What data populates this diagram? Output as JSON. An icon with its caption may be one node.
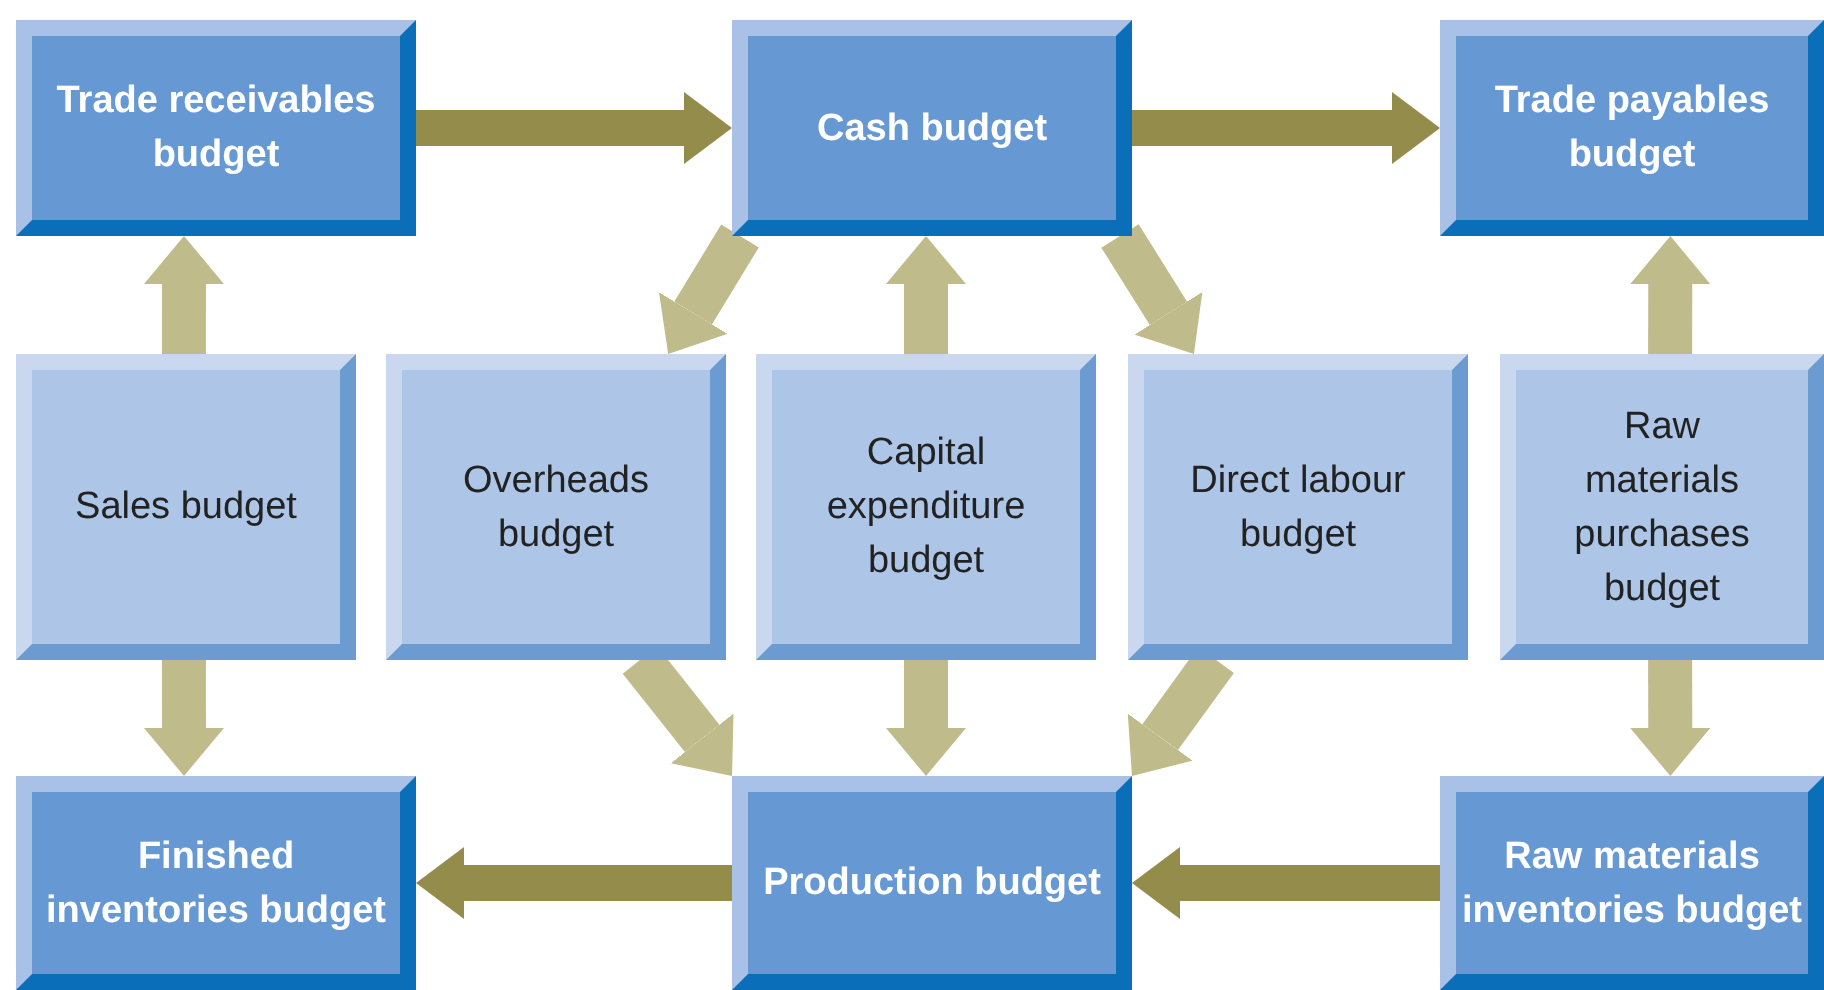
{
  "diagram": {
    "nodes": [
      {
        "text": [
          "Trade receivables budget"
        ]
      },
      {
        "text": [
          "Cash budget"
        ]
      },
      {
        "text": [
          "Trade payables budget"
        ]
      },
      {
        "text": [
          "Sales budget"
        ]
      },
      {
        "text": [
          "Overheads budget"
        ]
      },
      {
        "text": [
          "Capital expenditure budget"
        ]
      },
      {
        "text": [
          "Direct labour budget"
        ]
      },
      {
        "text": [
          "Raw materials purchases budget"
        ]
      },
      {
        "text": [
          "Finished inventories budget"
        ]
      },
      {
        "text": [
          "Production budget"
        ]
      },
      {
        "text": [
          "Raw materials inventories budget"
        ]
      }
    ],
    "edges": [
      {
        "from": 0,
        "to": 1,
        "arrow": "to",
        "color": "#948c4a"
      },
      {
        "from": 1,
        "to": 2,
        "arrow": "to",
        "color": "#948c4a"
      },
      {
        "from": 3,
        "to": 0,
        "arrow": "to"
      },
      {
        "from": 3,
        "to": 8,
        "arrow": "to"
      },
      {
        "from": 1,
        "to": 4,
        "arrow": "to"
      },
      {
        "from": 5,
        "to": 1,
        "arrow": "to"
      },
      {
        "from": 1,
        "to": 6,
        "arrow": "to"
      },
      {
        "from": 7,
        "to": 2,
        "arrow": "to"
      },
      {
        "from": 4,
        "to": 9,
        "arrow": "to"
      },
      {
        "from": 5,
        "to": 9,
        "arrow": "to"
      },
      {
        "from": 6,
        "to": 9,
        "arrow": "to"
      },
      {
        "from": 7,
        "to": 10,
        "arrow": "to"
      },
      {
        "from": 9,
        "to": 8,
        "arrow": "to",
        "color": "#948c4a"
      },
      {
        "from": 10,
        "to": 9,
        "arrow": "to",
        "color": "#948c4a"
      }
    ]
  }
}
